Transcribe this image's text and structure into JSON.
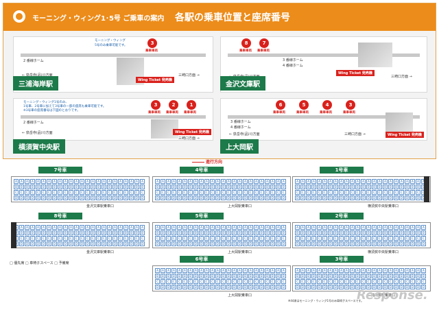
{
  "banner": {
    "subtitle": "モーニング・ウィング1･5号 ご乗車の案内",
    "title": "各駅の乗車位置と座席番号"
  },
  "stations": [
    {
      "name": "三浦海岸駅",
      "dir_left": "← 泉岳寺(品川)方面",
      "dir_right": "三崎口方面 →",
      "tracks": [
        "2 番線ホーム"
      ],
      "cars": [
        {
          "n": "3",
          "label": "乗車車両"
        }
      ],
      "ticket": "Wing Ticket 発売機",
      "note_lines": [
        "モーニング・ウィング",
        "5号のみ乗車可能です。"
      ]
    },
    {
      "name": "金沢文庫駅",
      "dir_left": "← 泉岳寺(品川)方面",
      "dir_right": "三崎口方面 →",
      "tracks": [
        "3 番線ホーム",
        "4 番線ホーム"
      ],
      "cars": [
        {
          "n": "8",
          "label": "乗車車両"
        },
        {
          "n": "7",
          "label": "乗車車両"
        }
      ],
      "ticket": "Wing Ticket 発売機"
    },
    {
      "name": "横須賀中央駅",
      "dir_left": "← 泉岳寺(品川)方面",
      "dir_right": "三崎口方面 →",
      "tracks": [
        "2 番線ホーム"
      ],
      "cars": [
        {
          "n": "3",
          "label": "乗車車両"
        },
        {
          "n": "2",
          "label": "乗車車両"
        },
        {
          "n": "1",
          "label": "乗車車両"
        }
      ],
      "ticket": "Wing Ticket 発売機",
      "note_lines": [
        "モーニング・ウィング1号のみ、",
        "1号車、2号車に加えて3号車の一部の座席も乗車可能です。",
        "※3号車の座席番号は下図のとおりです。"
      ]
    },
    {
      "name": "上大岡駅",
      "dir_left": "← 泉岳寺(品川)方面",
      "dir_right": "三崎口方面 →",
      "tracks": [
        "3 番線ホーム",
        "4 番線ホーム"
      ],
      "cars": [
        {
          "n": "6",
          "label": "乗車車両"
        },
        {
          "n": "5",
          "label": "乗車車両"
        },
        {
          "n": "4",
          "label": "乗車車両"
        },
        {
          "n": "3",
          "label": "乗車車両"
        }
      ],
      "ticket": "Wing Ticket 発売機"
    }
  ],
  "direction": "進行方向",
  "car_diagrams": [
    {
      "tag": "7号車",
      "door": "金沢文庫駅乗車口"
    },
    {
      "tag": "4号車",
      "door": "上大岡駅乗車口"
    },
    {
      "tag": "1号車",
      "door": "横須賀中央駅乗車口"
    },
    {
      "tag": "8号車",
      "door": "金沢文庫駅乗車口"
    },
    {
      "tag": "5号車",
      "door": "上大岡駅乗車口"
    },
    {
      "tag": "2号車",
      "door": "横須賀中央駅乗車口"
    },
    {
      "tag": "6号車",
      "door": "上大岡駅乗車口"
    },
    {
      "tag": "3号車",
      "door": "三浦海岸駅乗車口"
    }
  ],
  "seat_rows": [
    "A",
    "B",
    "C",
    "D"
  ],
  "seat_numbers": [
    "18",
    "17",
    "16",
    "15",
    "14",
    "13",
    "12",
    "11",
    "10",
    "9",
    "8",
    "7",
    "6",
    "5",
    "4",
    "3",
    "2",
    "1"
  ],
  "legend": "□ 優先席  □ 車椅子スペース  □ 予備席",
  "footer_note": "※44席はモーニング・ウィング1号のみ車椅子スペースです。",
  "watermark": "Response."
}
